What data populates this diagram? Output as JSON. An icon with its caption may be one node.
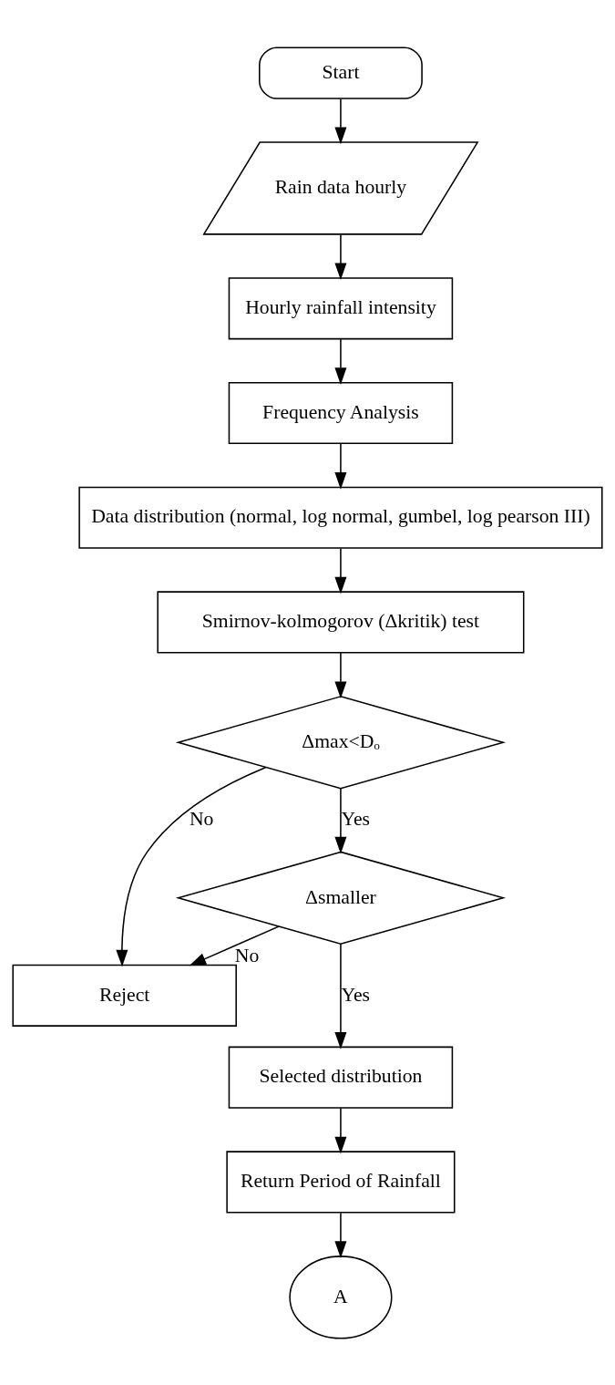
{
  "diagram": {
    "nodes": [
      {
        "text": [
          "Start"
        ]
      },
      {
        "text": [
          "Rain data hourly"
        ]
      },
      {
        "text": [
          "Hourly rainfall intensity"
        ]
      },
      {
        "text": [
          "Frequency Analysis"
        ]
      },
      {
        "text": [
          "Data distribution (normal, log normal, gumbel, log pearson III)"
        ]
      },
      {
        "text": [
          "Smirnov-kolmogorov (Δkritik) test"
        ]
      },
      {
        "text": [
          "Δmax<Dₒ"
        ]
      },
      {
        "text": [
          "Reject"
        ]
      },
      {
        "text": [
          "Δsmaller"
        ]
      },
      {
        "text": [
          "Selected distribution"
        ]
      },
      {
        "text": [
          "Return Period of Rainfall"
        ]
      },
      {
        "text": [
          "A"
        ]
      }
    ],
    "edges": [
      {
        "from": 0,
        "to": 1,
        "arrow": "to"
      },
      {
        "from": 1,
        "to": 2,
        "arrow": "to"
      },
      {
        "from": 2,
        "to": 3,
        "arrow": "to"
      },
      {
        "from": 3,
        "to": 4,
        "arrow": "to"
      },
      {
        "from": 4,
        "to": 5,
        "arrow": "to"
      },
      {
        "from": 5,
        "to": 6,
        "arrow": "to"
      },
      {
        "from": 6,
        "to": 7,
        "arrow": "to",
        "label": "No"
      },
      {
        "from": 6,
        "to": 8,
        "arrow": "to",
        "label": "Yes"
      },
      {
        "from": 8,
        "to": 7,
        "arrow": "to",
        "label": "No"
      },
      {
        "from": 8,
        "to": 9,
        "arrow": "to",
        "label": "Yes"
      },
      {
        "from": 9,
        "to": 10,
        "arrow": "to"
      },
      {
        "from": 10,
        "to": 11,
        "arrow": "to"
      }
    ]
  }
}
